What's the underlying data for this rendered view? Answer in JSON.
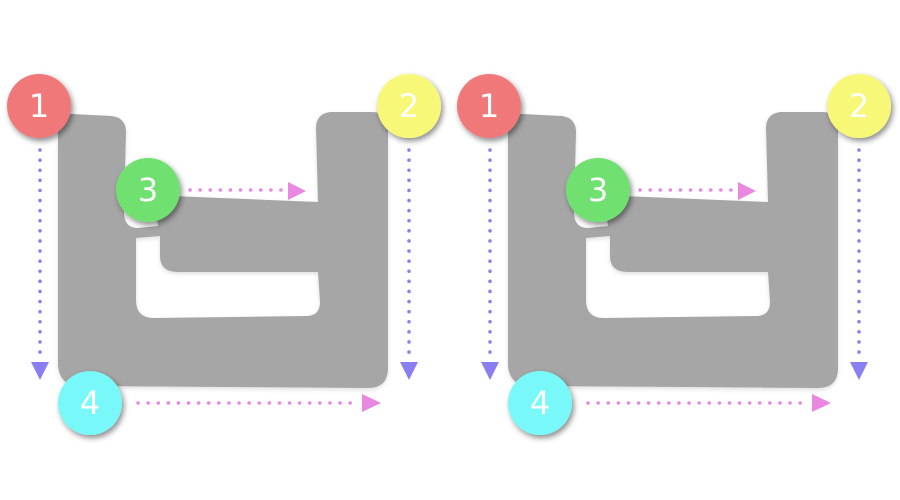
{
  "panels": [
    {
      "name": "left",
      "badges": [
        {
          "id": "1",
          "label": "1",
          "color": "#f07878"
        },
        {
          "id": "2",
          "label": "2",
          "color": "#f8f878"
        },
        {
          "id": "3",
          "label": "3",
          "color": "#70e070"
        },
        {
          "id": "4",
          "label": "4",
          "color": "#78f8f8"
        }
      ]
    },
    {
      "name": "right",
      "badges": [
        {
          "id": "1",
          "label": "1",
          "color": "#f07878"
        },
        {
          "id": "2",
          "label": "2",
          "color": "#f8f878"
        },
        {
          "id": "3",
          "label": "3",
          "color": "#70e070"
        },
        {
          "id": "4",
          "label": "4",
          "color": "#78f8f8"
        }
      ]
    }
  ],
  "colors": {
    "shape": "#a6a6a6",
    "vertical_arrow": "#8a7ff0",
    "horizontal_arrow": "#e888e0",
    "shadow": "#000000"
  },
  "icons": {
    "vertical_arrow": "arrow-down-icon",
    "horizontal_arrow": "arrow-right-icon"
  }
}
